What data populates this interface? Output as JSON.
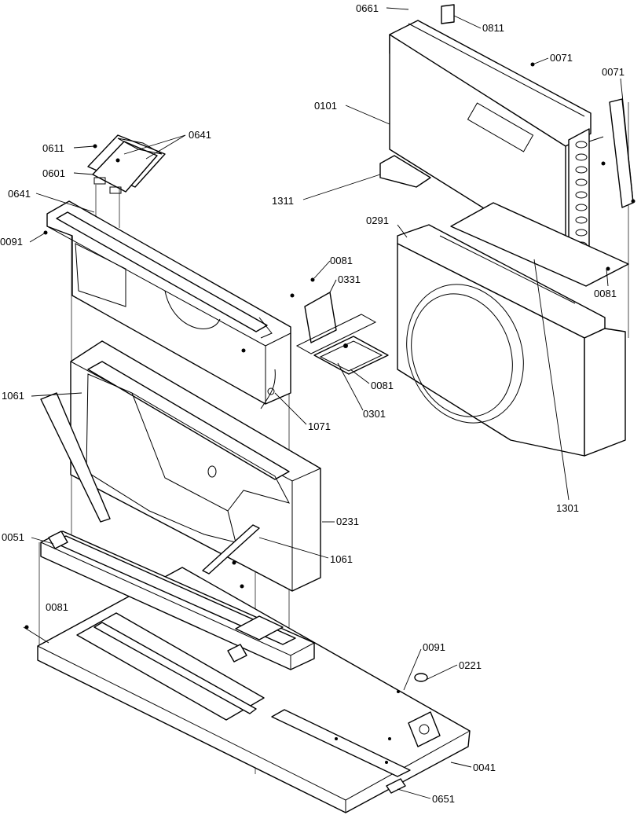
{
  "callouts": [
    {
      "id": "c-0661",
      "text": "0661"
    },
    {
      "id": "c-0811",
      "text": "0811"
    },
    {
      "id": "c-0071a",
      "text": "0071"
    },
    {
      "id": "c-0071b",
      "text": "0071"
    },
    {
      "id": "c-0101",
      "text": "0101"
    },
    {
      "id": "c-0641a",
      "text": "0641"
    },
    {
      "id": "c-0611",
      "text": "0611"
    },
    {
      "id": "c-0601",
      "text": "0601"
    },
    {
      "id": "c-0641b",
      "text": "0641"
    },
    {
      "id": "c-0091a",
      "text": "0091"
    },
    {
      "id": "c-1311",
      "text": "1311"
    },
    {
      "id": "c-0291",
      "text": "0291"
    },
    {
      "id": "c-0081a",
      "text": "0081"
    },
    {
      "id": "c-0331",
      "text": "0331"
    },
    {
      "id": "c-0081b",
      "text": "0081"
    },
    {
      "id": "c-1061a",
      "text": "1061"
    },
    {
      "id": "c-0081c",
      "text": "0081"
    },
    {
      "id": "c-1071",
      "text": "1071"
    },
    {
      "id": "c-0301",
      "text": "0301"
    },
    {
      "id": "c-1301",
      "text": "1301"
    },
    {
      "id": "c-0231",
      "text": "0231"
    },
    {
      "id": "c-0051",
      "text": "0051"
    },
    {
      "id": "c-1061b",
      "text": "1061"
    },
    {
      "id": "c-0081d",
      "text": "0081"
    },
    {
      "id": "c-0091b",
      "text": "0091"
    },
    {
      "id": "c-0221",
      "text": "0221"
    },
    {
      "id": "c-0041",
      "text": "0041"
    },
    {
      "id": "c-0651",
      "text": "0651"
    }
  ]
}
